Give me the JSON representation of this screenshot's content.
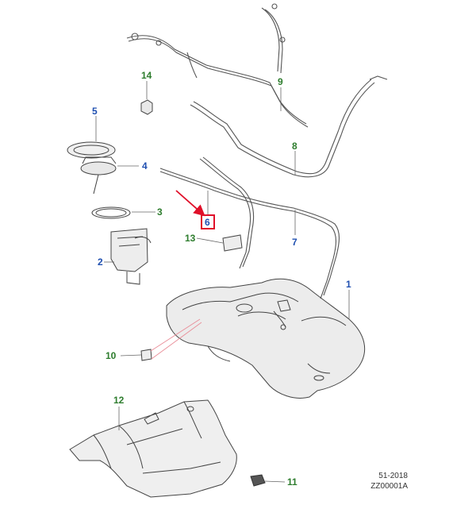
{
  "callouts": {
    "c1": "1",
    "c2": "2",
    "c3": "3",
    "c4": "4",
    "c5": "5",
    "c6": "6",
    "c7": "7",
    "c8": "8",
    "c9": "9",
    "c10": "10",
    "c11": "11",
    "c12": "12",
    "c13": "13",
    "c14": "14"
  },
  "footer": {
    "date": "51-2018",
    "code": "ZZ00001A"
  },
  "colors": {
    "blue_callout": "#1f4fb0",
    "green_callout": "#2e7d2e",
    "highlight_box": "#e0102a",
    "arrow": "#e0102a"
  }
}
